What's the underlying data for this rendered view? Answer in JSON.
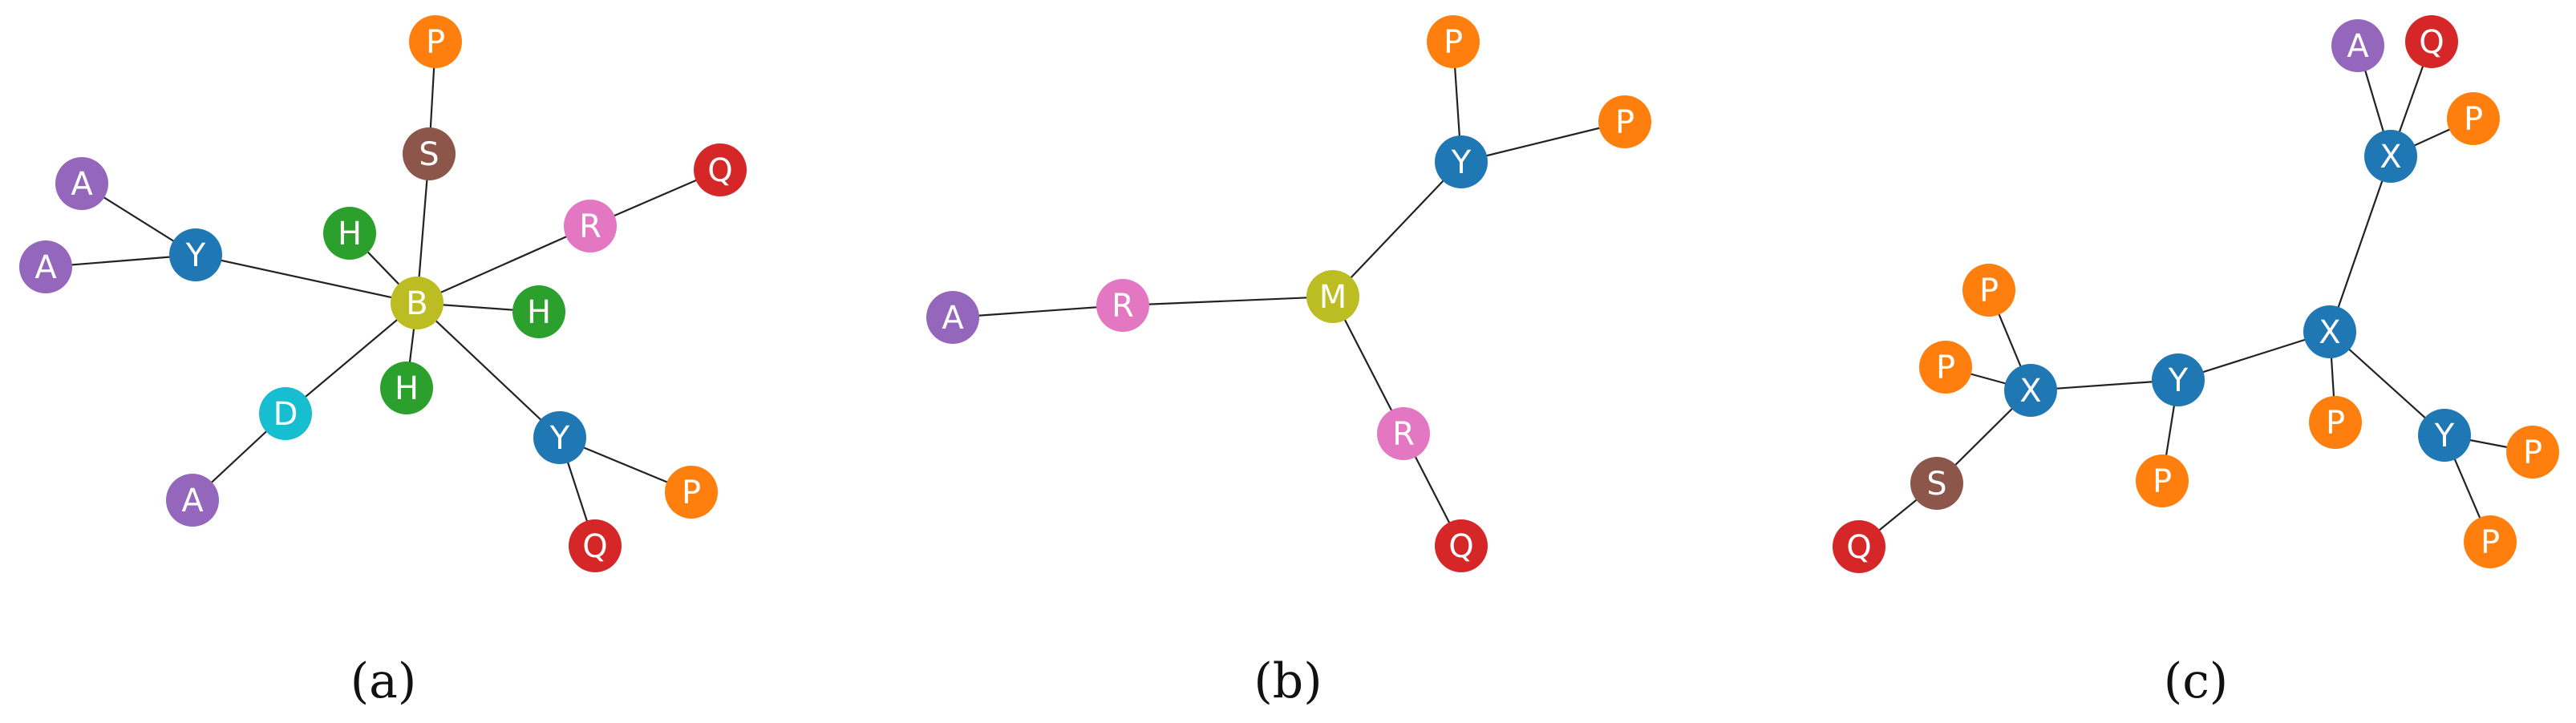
{
  "colors": {
    "A": "#9467bd",
    "B": "#bcbd22",
    "D": "#17becf",
    "H": "#2ca02c",
    "M": "#bcbd22",
    "P": "#ff7f0e",
    "Q": "#d62728",
    "R": "#e377c2",
    "S": "#8c564b",
    "X": "#1f77b4",
    "Y": "#1f77b4"
  },
  "graphs": [
    {
      "caption": "(a)",
      "nodes": [
        {
          "id": "a_B",
          "label": "B"
        },
        {
          "id": "a_S",
          "label": "S"
        },
        {
          "id": "a_P1",
          "label": "P"
        },
        {
          "id": "a_R",
          "label": "R"
        },
        {
          "id": "a_Q1",
          "label": "Q"
        },
        {
          "id": "a_H1",
          "label": "H"
        },
        {
          "id": "a_H2",
          "label": "H"
        },
        {
          "id": "a_H3",
          "label": "H"
        },
        {
          "id": "a_Y1",
          "label": "Y"
        },
        {
          "id": "a_A1",
          "label": "A"
        },
        {
          "id": "a_A2",
          "label": "A"
        },
        {
          "id": "a_D",
          "label": "D"
        },
        {
          "id": "a_A3",
          "label": "A"
        },
        {
          "id": "a_Y2",
          "label": "Y"
        },
        {
          "id": "a_P2",
          "label": "P"
        },
        {
          "id": "a_Q2",
          "label": "Q"
        }
      ],
      "edges": [
        [
          "a_B",
          "a_S"
        ],
        [
          "a_S",
          "a_P1"
        ],
        [
          "a_B",
          "a_R"
        ],
        [
          "a_R",
          "a_Q1"
        ],
        [
          "a_B",
          "a_H1"
        ],
        [
          "a_B",
          "a_H2"
        ],
        [
          "a_B",
          "a_H3"
        ],
        [
          "a_B",
          "a_Y1"
        ],
        [
          "a_Y1",
          "a_A1"
        ],
        [
          "a_Y1",
          "a_A2"
        ],
        [
          "a_B",
          "a_D"
        ],
        [
          "a_D",
          "a_A3"
        ],
        [
          "a_B",
          "a_Y2"
        ],
        [
          "a_Y2",
          "a_P2"
        ],
        [
          "a_Y2",
          "a_Q2"
        ]
      ]
    },
    {
      "caption": "(b)",
      "nodes": [
        {
          "id": "b_A",
          "label": "A"
        },
        {
          "id": "b_R1",
          "label": "R"
        },
        {
          "id": "b_M",
          "label": "M"
        },
        {
          "id": "b_Y",
          "label": "Y"
        },
        {
          "id": "b_P1",
          "label": "P"
        },
        {
          "id": "b_P2",
          "label": "P"
        },
        {
          "id": "b_R2",
          "label": "R"
        },
        {
          "id": "b_Q",
          "label": "Q"
        }
      ],
      "edges": [
        [
          "b_A",
          "b_R1"
        ],
        [
          "b_R1",
          "b_M"
        ],
        [
          "b_M",
          "b_Y"
        ],
        [
          "b_Y",
          "b_P1"
        ],
        [
          "b_Y",
          "b_P2"
        ],
        [
          "b_M",
          "b_R2"
        ],
        [
          "b_R2",
          "b_Q"
        ]
      ]
    },
    {
      "caption": "(c)",
      "nodes": [
        {
          "id": "c_X1",
          "label": "X"
        },
        {
          "id": "c_P1",
          "label": "P"
        },
        {
          "id": "c_P2",
          "label": "P"
        },
        {
          "id": "c_S",
          "label": "S"
        },
        {
          "id": "c_Q1",
          "label": "Q"
        },
        {
          "id": "c_Y1",
          "label": "Y"
        },
        {
          "id": "c_P3",
          "label": "P"
        },
        {
          "id": "c_X2",
          "label": "X"
        },
        {
          "id": "c_P4",
          "label": "P"
        },
        {
          "id": "c_X3",
          "label": "X"
        },
        {
          "id": "c_A",
          "label": "A"
        },
        {
          "id": "c_Q2",
          "label": "Q"
        },
        {
          "id": "c_P5",
          "label": "P"
        },
        {
          "id": "c_Y2",
          "label": "Y"
        },
        {
          "id": "c_P6",
          "label": "P"
        },
        {
          "id": "c_P7",
          "label": "P"
        }
      ],
      "edges": [
        [
          "c_X1",
          "c_P1"
        ],
        [
          "c_X1",
          "c_P2"
        ],
        [
          "c_X1",
          "c_S"
        ],
        [
          "c_S",
          "c_Q1"
        ],
        [
          "c_X1",
          "c_Y1"
        ],
        [
          "c_Y1",
          "c_P3"
        ],
        [
          "c_Y1",
          "c_X2"
        ],
        [
          "c_X2",
          "c_P4"
        ],
        [
          "c_X2",
          "c_X3"
        ],
        [
          "c_X3",
          "c_A"
        ],
        [
          "c_X3",
          "c_Q2"
        ],
        [
          "c_X3",
          "c_P5"
        ],
        [
          "c_X2",
          "c_Y2"
        ],
        [
          "c_Y2",
          "c_P6"
        ],
        [
          "c_Y2",
          "c_P7"
        ]
      ]
    }
  ]
}
